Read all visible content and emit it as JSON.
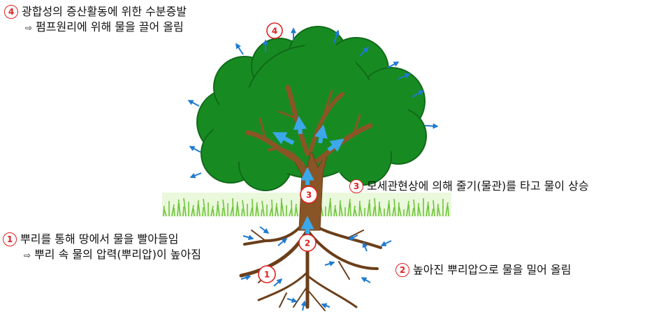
{
  "callouts": {
    "step4": {
      "number": "4",
      "title": "광합성의 증산활동에 위한 수분증발",
      "detail": "펌프원리에 위해 물을 끌어 올림",
      "detail_glyph": "⇨"
    },
    "step3": {
      "number": "3",
      "title": "모세관현상에 의해 줄기(물관)를 타고 물이 상승"
    },
    "step1": {
      "number": "1",
      "title": "뿌리를 통해 땅에서 물을 빨아들임",
      "detail": "뿌리 속 물의 압력(뿌리압)이 높아짐",
      "detail_glyph": "⇨"
    },
    "step2": {
      "number": "2",
      "title": "높아진 뿌리압으로 물을 밀어 올림"
    }
  },
  "diagram_markers": {
    "crown": "4",
    "trunk": "3",
    "upper_root": "2",
    "lower_root": "1"
  },
  "colors": {
    "foliage": "#178b22",
    "foliage_edge": "#106a18",
    "trunk": "#8a5526",
    "grass": "#7ccf4c",
    "arrow_blue": "#1f7ad0",
    "xylem_arrow": "#3aa8ea",
    "badge_red": "#e02020"
  },
  "icons": [
    "evaporation-arrow-icon",
    "water-intake-arrow-icon",
    "upflow-arrow-icon"
  ]
}
